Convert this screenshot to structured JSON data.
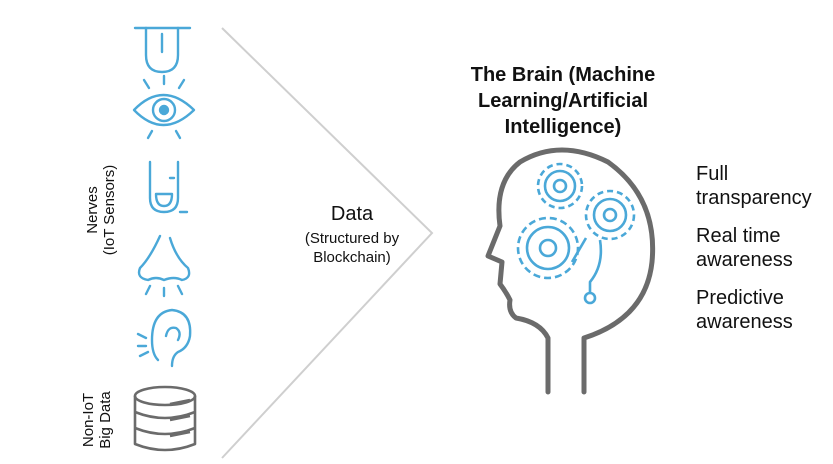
{
  "labels": {
    "nerves_line1": "Nerves",
    "nerves_line2": "(IoT Sensors)",
    "bigdata_line1": "Non-IoT",
    "bigdata_line2": "Big Data"
  },
  "data_node": {
    "title": "Data",
    "subtitle_line1": "(Structured by",
    "subtitle_line2": "Blockchain)"
  },
  "brain": {
    "title_line1": "The Brain (Machine",
    "title_line2": "Learning/Artificial",
    "title_line3": "Intelligence)"
  },
  "benefits": [
    {
      "line1": "Full",
      "line2": "transparency"
    },
    {
      "line1": "Real time",
      "line2": "awareness"
    },
    {
      "line1": "Predictive",
      "line2": "awareness"
    }
  ],
  "icons": [
    "tongue-icon",
    "eye-icon",
    "finger-icon",
    "nose-icon",
    "ear-icon",
    "database-icon",
    "head-gears-icon"
  ],
  "colors": {
    "accent": "#4aa8d8",
    "outline": "#6b6b6b",
    "chevron": "#cfcfcf"
  }
}
